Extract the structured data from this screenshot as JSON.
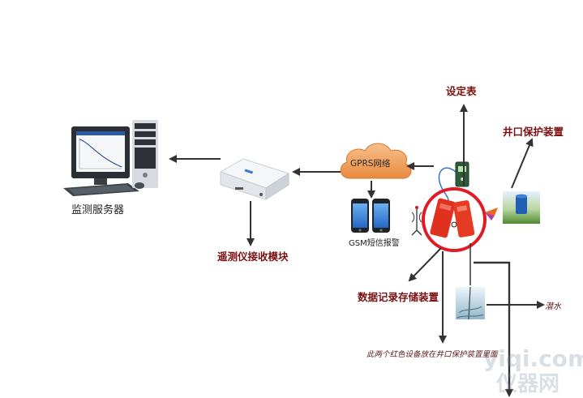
{
  "labels": {
    "monitor_server": "监测服务器",
    "telemetry_receiver": "遥测仪接收模块",
    "gprs_network": "GPRS网络",
    "gsm_alarm": "GSM短信报警",
    "setting_meter": "设定表",
    "well_protection": "井口保护装置",
    "data_logger": "数据记录存储装置",
    "groundwater": "潜水",
    "note": "此两个红色设备放在井口保护装置里面"
  },
  "watermark": {
    "line1": "yiqi.com",
    "line2": "仪器网"
  },
  "colors": {
    "label_dark_red": "#7a1010",
    "device_red": "#e0301e",
    "highlight_ring": "#e01b24",
    "arrow": "#333333",
    "gprs_cloud": "#f2a05a"
  }
}
